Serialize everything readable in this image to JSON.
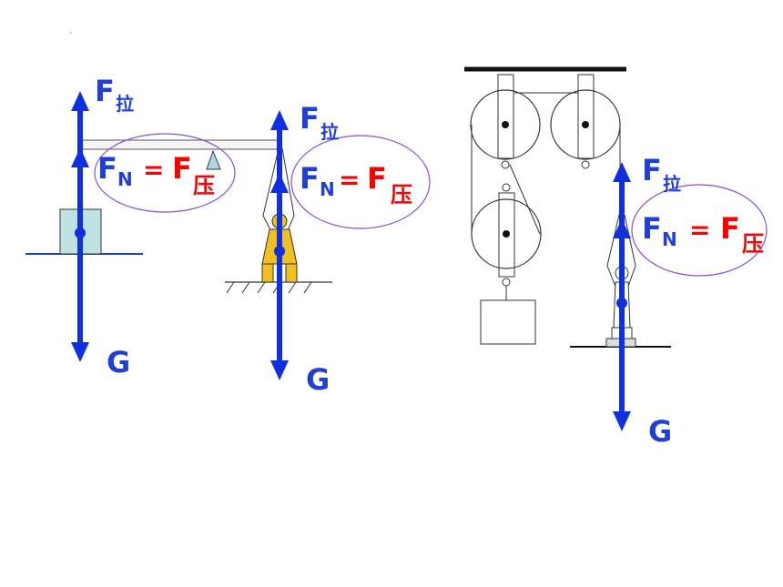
{
  "colors": {
    "force_arrow": "#1030e0",
    "normal_force_text": "#1f3fd6",
    "pressure_force_text": "#ff0000",
    "ellipse": "#8a4fd0",
    "block_fill": "#bfe3e3",
    "person_fill": "#f0c020",
    "support_fill": "#a8d8d8"
  },
  "labels": {
    "F": "F",
    "pull_sub": "拉",
    "N_sub": "N",
    "eq": "=",
    "press_sub": "压",
    "G": "G"
  }
}
